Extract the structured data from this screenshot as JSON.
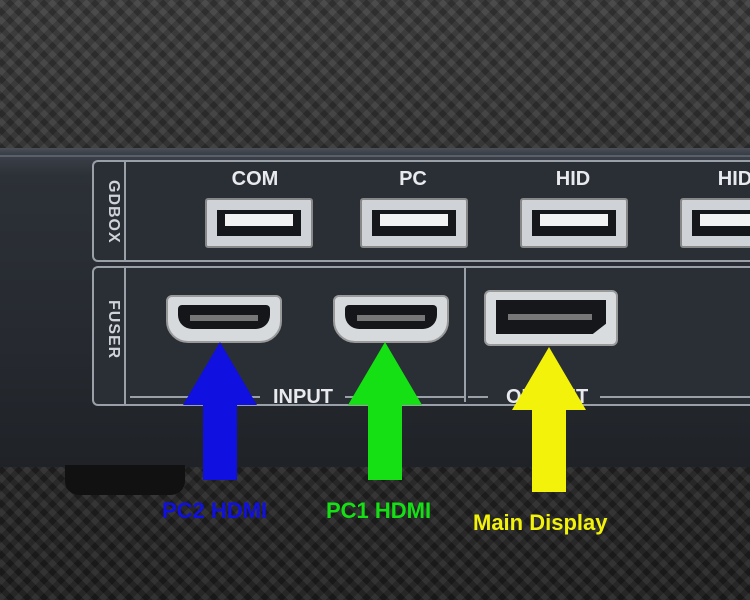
{
  "photo": {
    "device": {
      "gdbox_label": "GDBOX",
      "fuser_label": "FUSER",
      "usb_ports": [
        "COM",
        "PC",
        "HID",
        "HID"
      ],
      "input_label": "INPUT",
      "output_label": "OUTPUT"
    },
    "annotations": [
      {
        "label": "PC2 HDMI",
        "color": "#1010e0"
      },
      {
        "label": "PC1 HDMI",
        "color": "#14e014"
      },
      {
        "label": "Main Display",
        "color": "#f2f20a"
      }
    ]
  }
}
